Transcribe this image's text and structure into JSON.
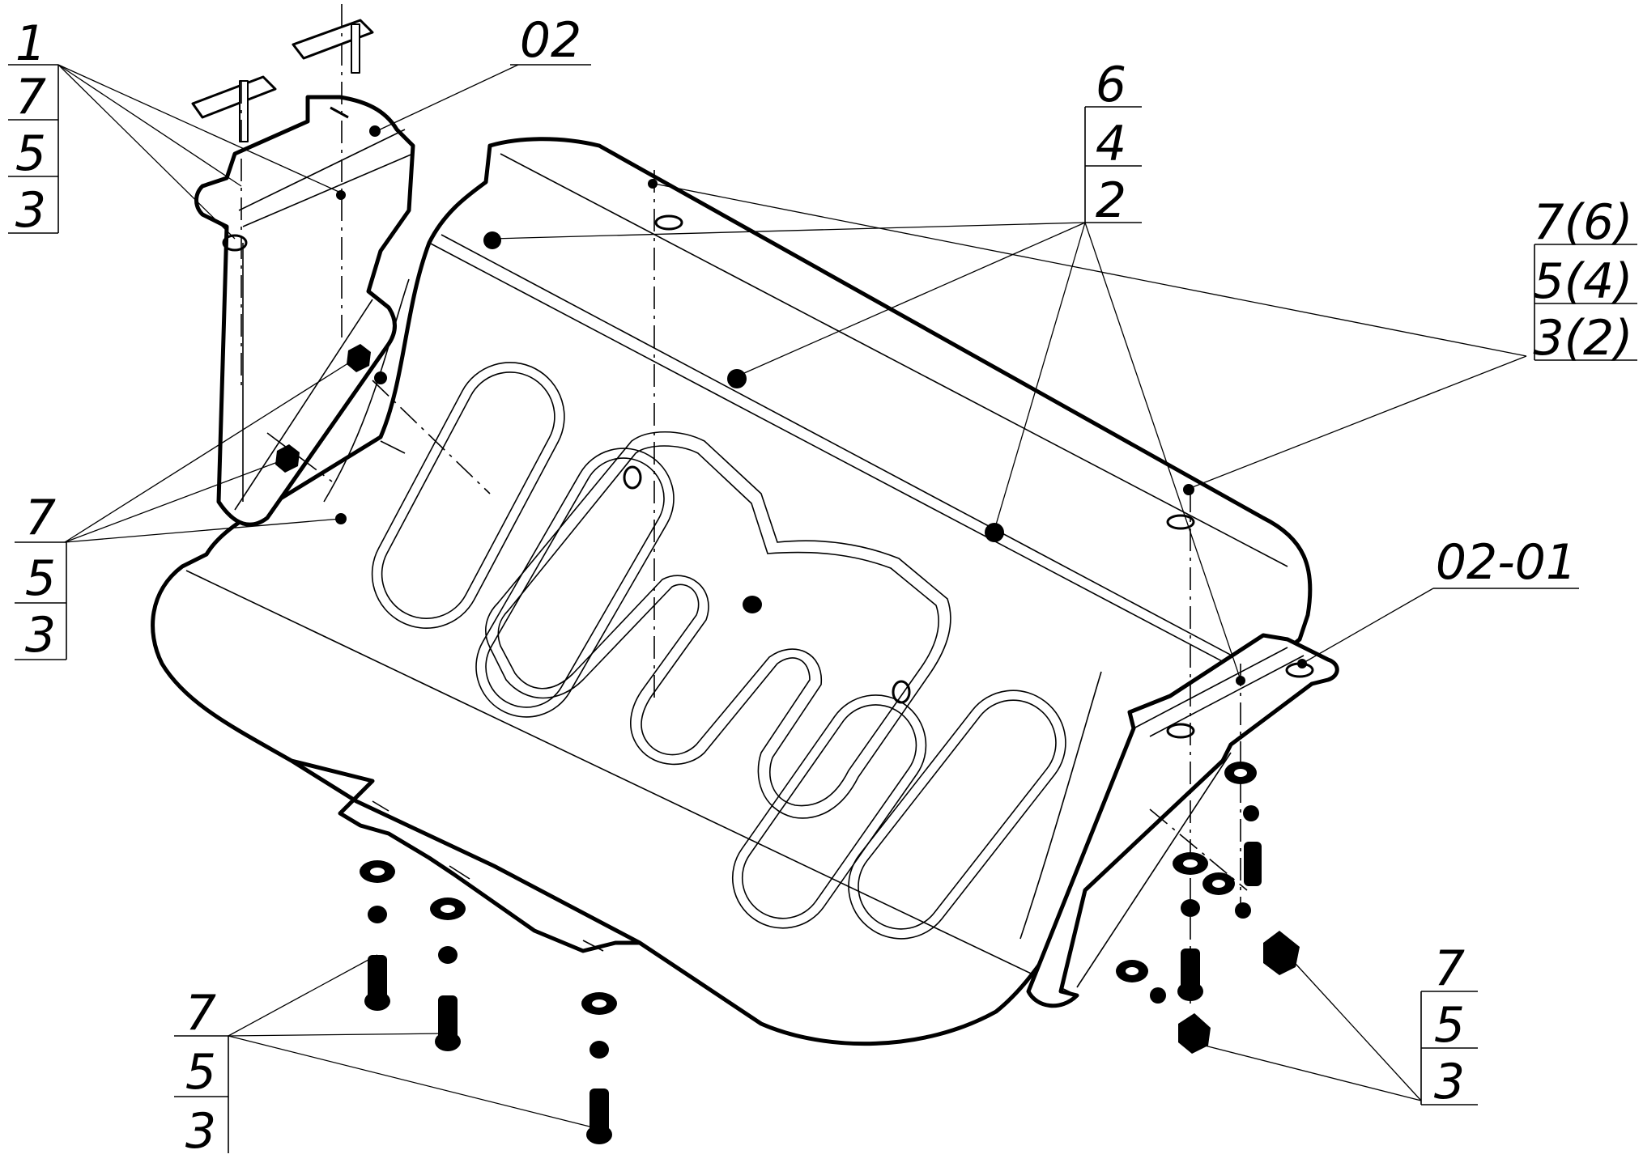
{
  "colors": {
    "line": "#000000",
    "background": "#ffffff"
  },
  "callouts": {
    "top_left": {
      "lines": [
        "1",
        "7",
        "5",
        "3"
      ]
    },
    "part_02": {
      "label": "02"
    },
    "top_center": {
      "lines": [
        "6",
        "4",
        "2"
      ]
    },
    "right_upper": {
      "lines": [
        "7(6)",
        "5(4)",
        "3(2)"
      ]
    },
    "left_middle": {
      "lines": [
        "7",
        "5",
        "3"
      ]
    },
    "part_02_01": {
      "label": "02-01"
    },
    "bottom_left": {
      "lines": [
        "7",
        "5",
        "3"
      ]
    },
    "bottom_right": {
      "lines": [
        "7",
        "5",
        "3"
      ]
    }
  }
}
